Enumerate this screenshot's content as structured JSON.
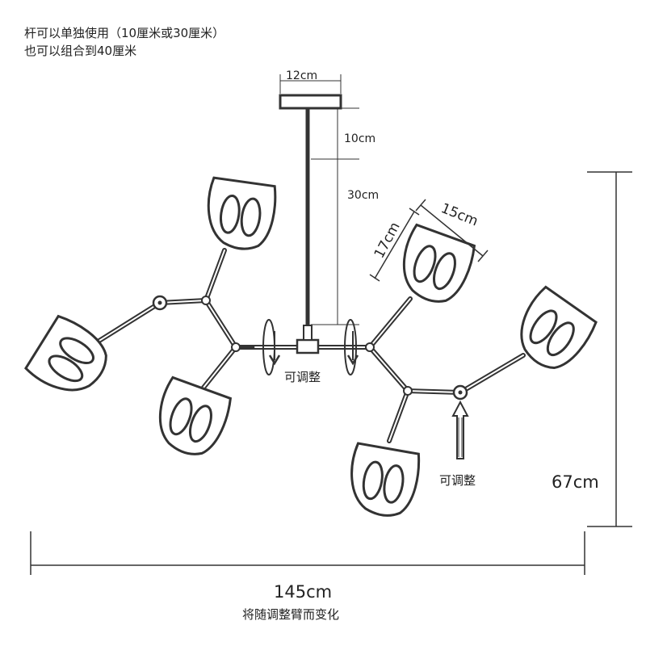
{
  "notes": {
    "line1": "杆可以单独使用（10厘米或30厘米）",
    "line2": "也可以组合到40厘米"
  },
  "dimensions": {
    "canopy_width": "12cm",
    "rod_short": "10cm",
    "rod_long": "30cm",
    "shade_height": "17cm",
    "shade_width": "15cm",
    "total_height": "67cm",
    "total_width": "145cm",
    "width_note": "将随调整臂而变化"
  },
  "callouts": {
    "rotate_adjustable": "可调整",
    "joint_adjustable": "可调整"
  },
  "colors": {
    "line": "#333333",
    "shade_fill": "#ffffff"
  }
}
